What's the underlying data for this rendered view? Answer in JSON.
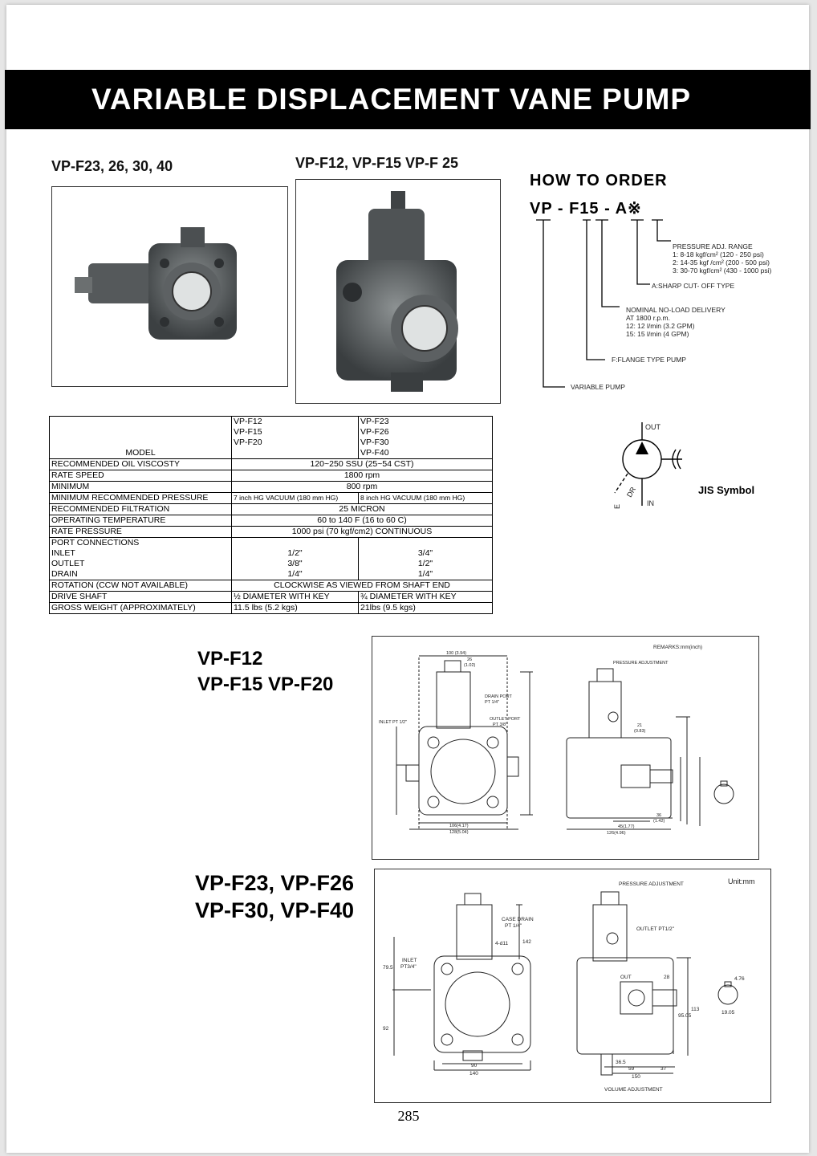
{
  "header": {
    "title": "VARIABLE DISPLACEMENT VANE PUMP"
  },
  "photos": {
    "left_caption": "VP-F23, 26, 30, 40",
    "right_caption": "VP-F12, VP-F15 VP-F 25"
  },
  "how_to_order": {
    "title": "HOW TO ORDER",
    "code": "VP - F15 - A※",
    "pressure_title": "PRESSURE ADJ. RANGE",
    "pressure_1": "1: 8-18 kgf/cm² (120 - 250 psi)",
    "pressure_2": "2: 14-35 kgf /cm² (200 - 500 psi)",
    "pressure_3": "3: 30-70 kgf/cm² (430 - 1000 psi)",
    "sharp_cut": "A:SHARP CUT- OFF TYPE",
    "delivery_1": "NOMINAL NO-LOAD DELIVERY",
    "delivery_2": "AT 1800 r.p.m.",
    "delivery_3": "12: 12 l/min (3.2 GPM)",
    "delivery_4": "15: 15 l/min (4 GPM)",
    "flange": "F:FLANGE TYPE PUMP",
    "variable": "VARIABLE PUMP"
  },
  "jis": {
    "label": "JIS Symbol",
    "out": "OUT",
    "in": "IN",
    "dr": "DR",
    "e": "E"
  },
  "spec_table": {
    "model_label": "MODEL",
    "group_a": [
      "VP-F12",
      "VP-F15",
      "VP-F20"
    ],
    "group_b": [
      "VP-F23",
      "VP-F26",
      "VP-F30",
      "VP-F40"
    ],
    "viscosity_label": "RECOMMENDED OIL VISCOSTY",
    "viscosity": "120~250 SSU (25~54 CST)",
    "rate_speed_label": "RATE SPEED",
    "rate_speed": "1800 rpm",
    "minimum_label": "MINIMUM",
    "minimum": "800 rpm",
    "min_pressure_label": "MINIMUM RECOMMENDED PRESSURE",
    "min_pressure_a": "7 inch HG VACUUM (180 mm HG)",
    "min_pressure_b": "8 inch HG VACUUM (180 mm HG)",
    "filtration_label": "RECOMMENDED FILTRATION",
    "filtration": "25 MICRON",
    "temp_label": "OPERATING TEMPERATURE",
    "temp": "60 to 140 F (16 to 60 C)",
    "rate_pressure_label": "RATE PRESSURE",
    "rate_pressure": "1000 psi (70 kgf/cm2) CONTINUOUS",
    "port_label": "PORT CONNECTIONS",
    "inlet_label": "INLET",
    "inlet_a": "1/2\"",
    "inlet_b": "3/4\"",
    "outlet_label": "OUTLET",
    "outlet_a": "3/8\"",
    "outlet_b": "1/2\"",
    "drain_label": "DRAIN",
    "drain_a": "1/4\"",
    "drain_b": "1/4\"",
    "rotation_label": "ROTATION (CCW NOT AVAILABLE)",
    "rotation": "CLOCKWISE AS VIEWED FROM SHAFT END",
    "shaft_label": "DRIVE SHAFT",
    "shaft_a": "½ DIAMETER WITH KEY",
    "shaft_b": "¾ DIAMETER WITH KEY",
    "weight_label": "GROSS WEIGHT (APPROXIMATELY)",
    "weight_a": "11.5 lbs (5.2 kgs)",
    "weight_b": "21lbs (9.5 kgs)"
  },
  "drawing_a": {
    "label_1": "VP-F12",
    "label_2": "VP-F15  VP-F20",
    "remarks": "REMARKS:mm(inch)",
    "pressure_adj": "PRESSURE ADJUSTMENT",
    "drain_port": "DRAIN PORT",
    "drain_pt": "PT 1/4\"",
    "outlet_port": "OUTLET PORT",
    "outlet_pt": "PT 3/8\"",
    "inlet": "INLET PT 1/2\"",
    "dim_top": "100 (3.94)",
    "dim_26": "26",
    "dim_26b": "(1.02)",
    "dim_106": "106(4.17)",
    "dim_128": "128(5.04)",
    "dim_45": "45(1.77)",
    "dim_126": "126(4.96)",
    "dim_36": "36",
    "dim_36b": "(1.42)",
    "dim_21": "21",
    "dim_21b": "(0.83)"
  },
  "drawing_b": {
    "label_1": "VP-F23, VP-F26",
    "label_2": "VP-F30, VP-F40",
    "unit": "Unit:mm",
    "pressure_adj": "PRESSURE ADJUSTMENT",
    "case_drain": "CASE DRAIN",
    "case_pt": "PT 1/4\"",
    "four_d": "4-d11",
    "inlet": "INLET",
    "inlet_pt": "PT3/4\"",
    "outlet_pt": "OUTLET PT1/2\"",
    "out": "OUT",
    "dim_142": "142",
    "dim_79": "79.5",
    "dim_92": "92",
    "dim_90": "90",
    "dim_140": "140",
    "dim_36": "36.5",
    "dim_59": "59",
    "dim_37": "37",
    "dim_150": "150",
    "dim_28": "28",
    "dim_95": "95.05",
    "dim_113": "113",
    "dim_476": "4.76",
    "dim_1905": "19.05",
    "volume_adj": "VOLUME ADJUSTMENT"
  },
  "page_number": "285"
}
